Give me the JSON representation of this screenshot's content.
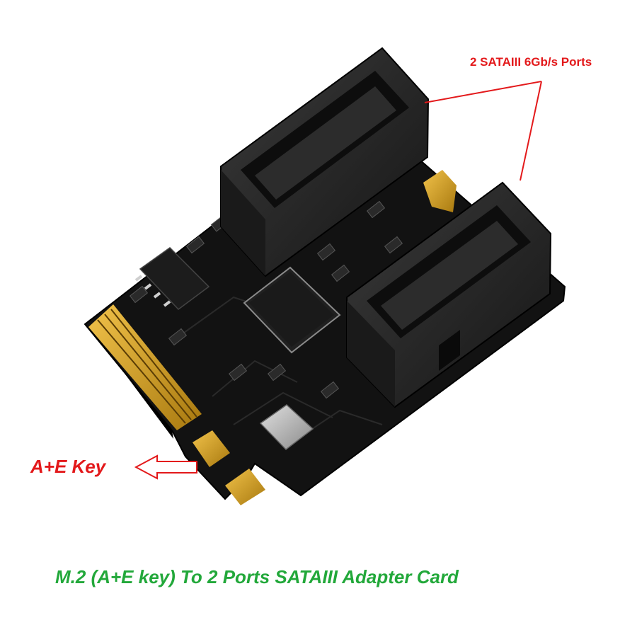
{
  "annotations": {
    "ports_label": "2 SATAIII 6Gb/s Ports",
    "key_label": "A+E Key",
    "caption": "M.2 (A+E key) To 2 Ports SATAIII Adapter Card"
  },
  "colors": {
    "annotation_red": "#e3191b",
    "caption_green": "#22a83a",
    "pcb_black": "#141414",
    "gold_contacts": "#d4a017"
  }
}
